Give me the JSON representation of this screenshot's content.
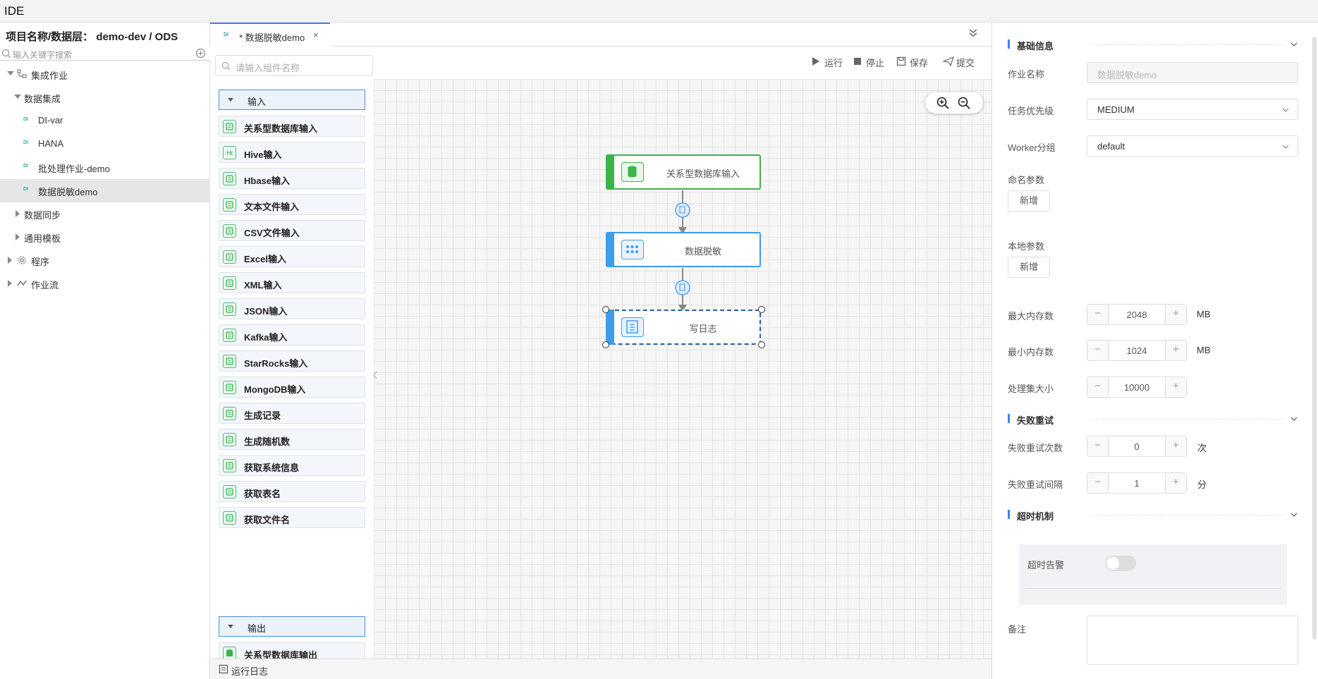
{
  "app": {
    "title": "IDE"
  },
  "left": {
    "project_label": "项目名称/数据层： demo-dev / ODS",
    "search_placeholder": "输入关键字搜索",
    "tree": [
      {
        "label": "集成作业",
        "di": ""
      },
      {
        "label": "数据集成",
        "di": ""
      },
      {
        "label": "DI-var",
        "di": "DI"
      },
      {
        "label": "HANA",
        "di": "DI"
      },
      {
        "label": "批处理作业-demo",
        "di": "DI"
      },
      {
        "label": "数据脱敏demo",
        "di": "DI"
      },
      {
        "label": "数据同步",
        "di": ""
      },
      {
        "label": "通用模板",
        "di": ""
      },
      {
        "label": "程序",
        "di": ""
      },
      {
        "label": "作业流",
        "di": ""
      }
    ]
  },
  "tabs": [
    {
      "di": "DI",
      "label": "* 数据脱敏demo",
      "close": "×"
    }
  ],
  "toolbar": {
    "run": "运行",
    "stop": "停止",
    "save": "保存",
    "submit": "提交"
  },
  "palette": {
    "search_placeholder": "请输入组件名称",
    "groups": {
      "input": "输入",
      "output": "输出"
    },
    "components": [
      {
        "label": "关系型数据库输入",
        "icon": "db-icon"
      },
      {
        "label": "Hive输入",
        "icon": "Hi"
      },
      {
        "label": "Hbase输入",
        "icon": "hbase-icon"
      },
      {
        "label": "文本文件输入",
        "icon": "text-file-icon"
      },
      {
        "label": "CSV文件输入",
        "icon": "csv-icon"
      },
      {
        "label": "Excel输入",
        "icon": "excel-icon"
      },
      {
        "label": "XML输入",
        "icon": "xml-icon"
      },
      {
        "label": "JSON输入",
        "icon": "json-icon"
      },
      {
        "label": "Kafka输入",
        "icon": "kafka-icon"
      },
      {
        "label": "StarRocks输入",
        "icon": "starrocks-icon"
      },
      {
        "label": "MongoDB输入",
        "icon": "mongodb-icon"
      },
      {
        "label": "生成记录",
        "icon": "record-icon"
      },
      {
        "label": "生成随机数",
        "icon": "random-icon"
      },
      {
        "label": "获取系统信息",
        "icon": "system-info-icon"
      },
      {
        "label": "获取表名",
        "icon": "table-icon"
      },
      {
        "label": "获取文件名",
        "icon": "folder-icon"
      }
    ],
    "output_components": [
      {
        "label": "关系型数据库输出",
        "icon": "db-icon"
      }
    ]
  },
  "canvas": {
    "nodes": [
      {
        "label": "关系型数据库输入",
        "icon": "db-icon",
        "color": "#3bb54a"
      },
      {
        "label": "数据脱敏",
        "icon": "mask-icon",
        "color": "#3b9ded"
      },
      {
        "label": "写日志",
        "icon": "log-icon",
        "color": "#3b9ded",
        "selected": true
      }
    ]
  },
  "bottom": {
    "run_log": "运行日志"
  },
  "props": {
    "sections": {
      "basic": "基础信息",
      "retry": "失败重试",
      "timeout": "超时机制"
    },
    "job_name": {
      "label": "作业名称",
      "value": "数据脱敏demo"
    },
    "priority": {
      "label": "任务优先级",
      "value": "MEDIUM"
    },
    "worker_group": {
      "label": "Worker分组",
      "value": "default"
    },
    "named_params": {
      "label": "命名参数",
      "add": "新增"
    },
    "local_params": {
      "label": "本地参数",
      "add": "新增"
    },
    "max_memory": {
      "label": "最大内存数",
      "value": "2048",
      "unit": "MB"
    },
    "min_memory": {
      "label": "最小内存数",
      "value": "1024",
      "unit": "MB"
    },
    "batch_size": {
      "label": "处理集大小",
      "value": "10000"
    },
    "retry_count": {
      "label": "失败重试次数",
      "value": "0",
      "unit": "次"
    },
    "retry_interval": {
      "label": "失败重试间隔",
      "value": "1",
      "unit": "分"
    },
    "timeout_alert": {
      "label": "超时告警",
      "enabled": false
    },
    "remark": {
      "label": "备注"
    },
    "stepper": {
      "minus": "−",
      "plus": "+"
    }
  },
  "colors": {
    "accent": "#3b82f6",
    "green": "#3bb54a",
    "blue": "#3b9ded"
  }
}
